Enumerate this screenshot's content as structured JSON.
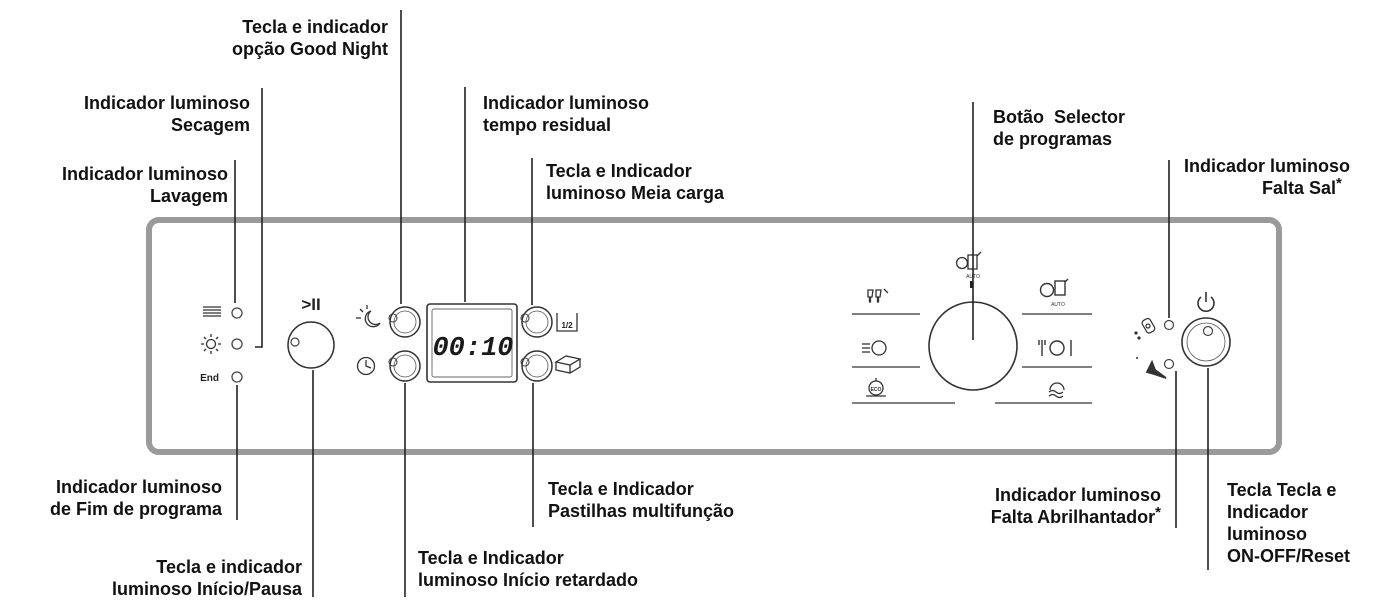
{
  "labels": {
    "good_night": {
      "line1": "Tecla e indicador",
      "line2": "opção Good Night"
    },
    "secagem": {
      "line1": "Indicador luminoso",
      "line2": "Secagem"
    },
    "lavagem": {
      "line1": "Indicador luminoso",
      "line2": "Lavagem"
    },
    "tempo_residual": {
      "line1": "Indicador luminoso",
      "line2": "tempo residual"
    },
    "meia_carga": {
      "line1": "Tecla e Indicador",
      "line2": "luminoso Meia carga"
    },
    "selector": {
      "line1": "Botão  Selector",
      "line2": "de programas"
    },
    "falta_sal": {
      "line1": "Indicador luminoso",
      "line2": "Falta Sal",
      "mark": "*"
    },
    "fim_programa": {
      "line1": "Indicador luminoso",
      "line2": "de Fim de programa"
    },
    "inicio_pausa": {
      "line1": "Tecla e indicador",
      "line2": "luminoso Início/Pausa"
    },
    "inicio_retardado": {
      "line1": "Tecla e Indicador",
      "line2": "luminoso Início retardado"
    },
    "pastilhas": {
      "line1": "Tecla e Indicador",
      "line2": "Pastilhas multifunção"
    },
    "falta_abrilhantador": {
      "line1": "Indicador luminoso",
      "line2": "Falta Abrilhantador",
      "mark": "*"
    },
    "on_off": {
      "line1": "Tecla Tecla e",
      "line2": "Indicador",
      "line3": "luminoso",
      "line4": "ON-OFF/Reset"
    }
  },
  "panel": {
    "display_value": "00:10",
    "start_pause_symbol": ">II",
    "end_label": "End",
    "half_load_label": "1/2",
    "auto_label": "AUTO",
    "eco_label": "ECO"
  },
  "colors": {
    "panel_border": "#9a9a9a",
    "ink": "#222222"
  }
}
